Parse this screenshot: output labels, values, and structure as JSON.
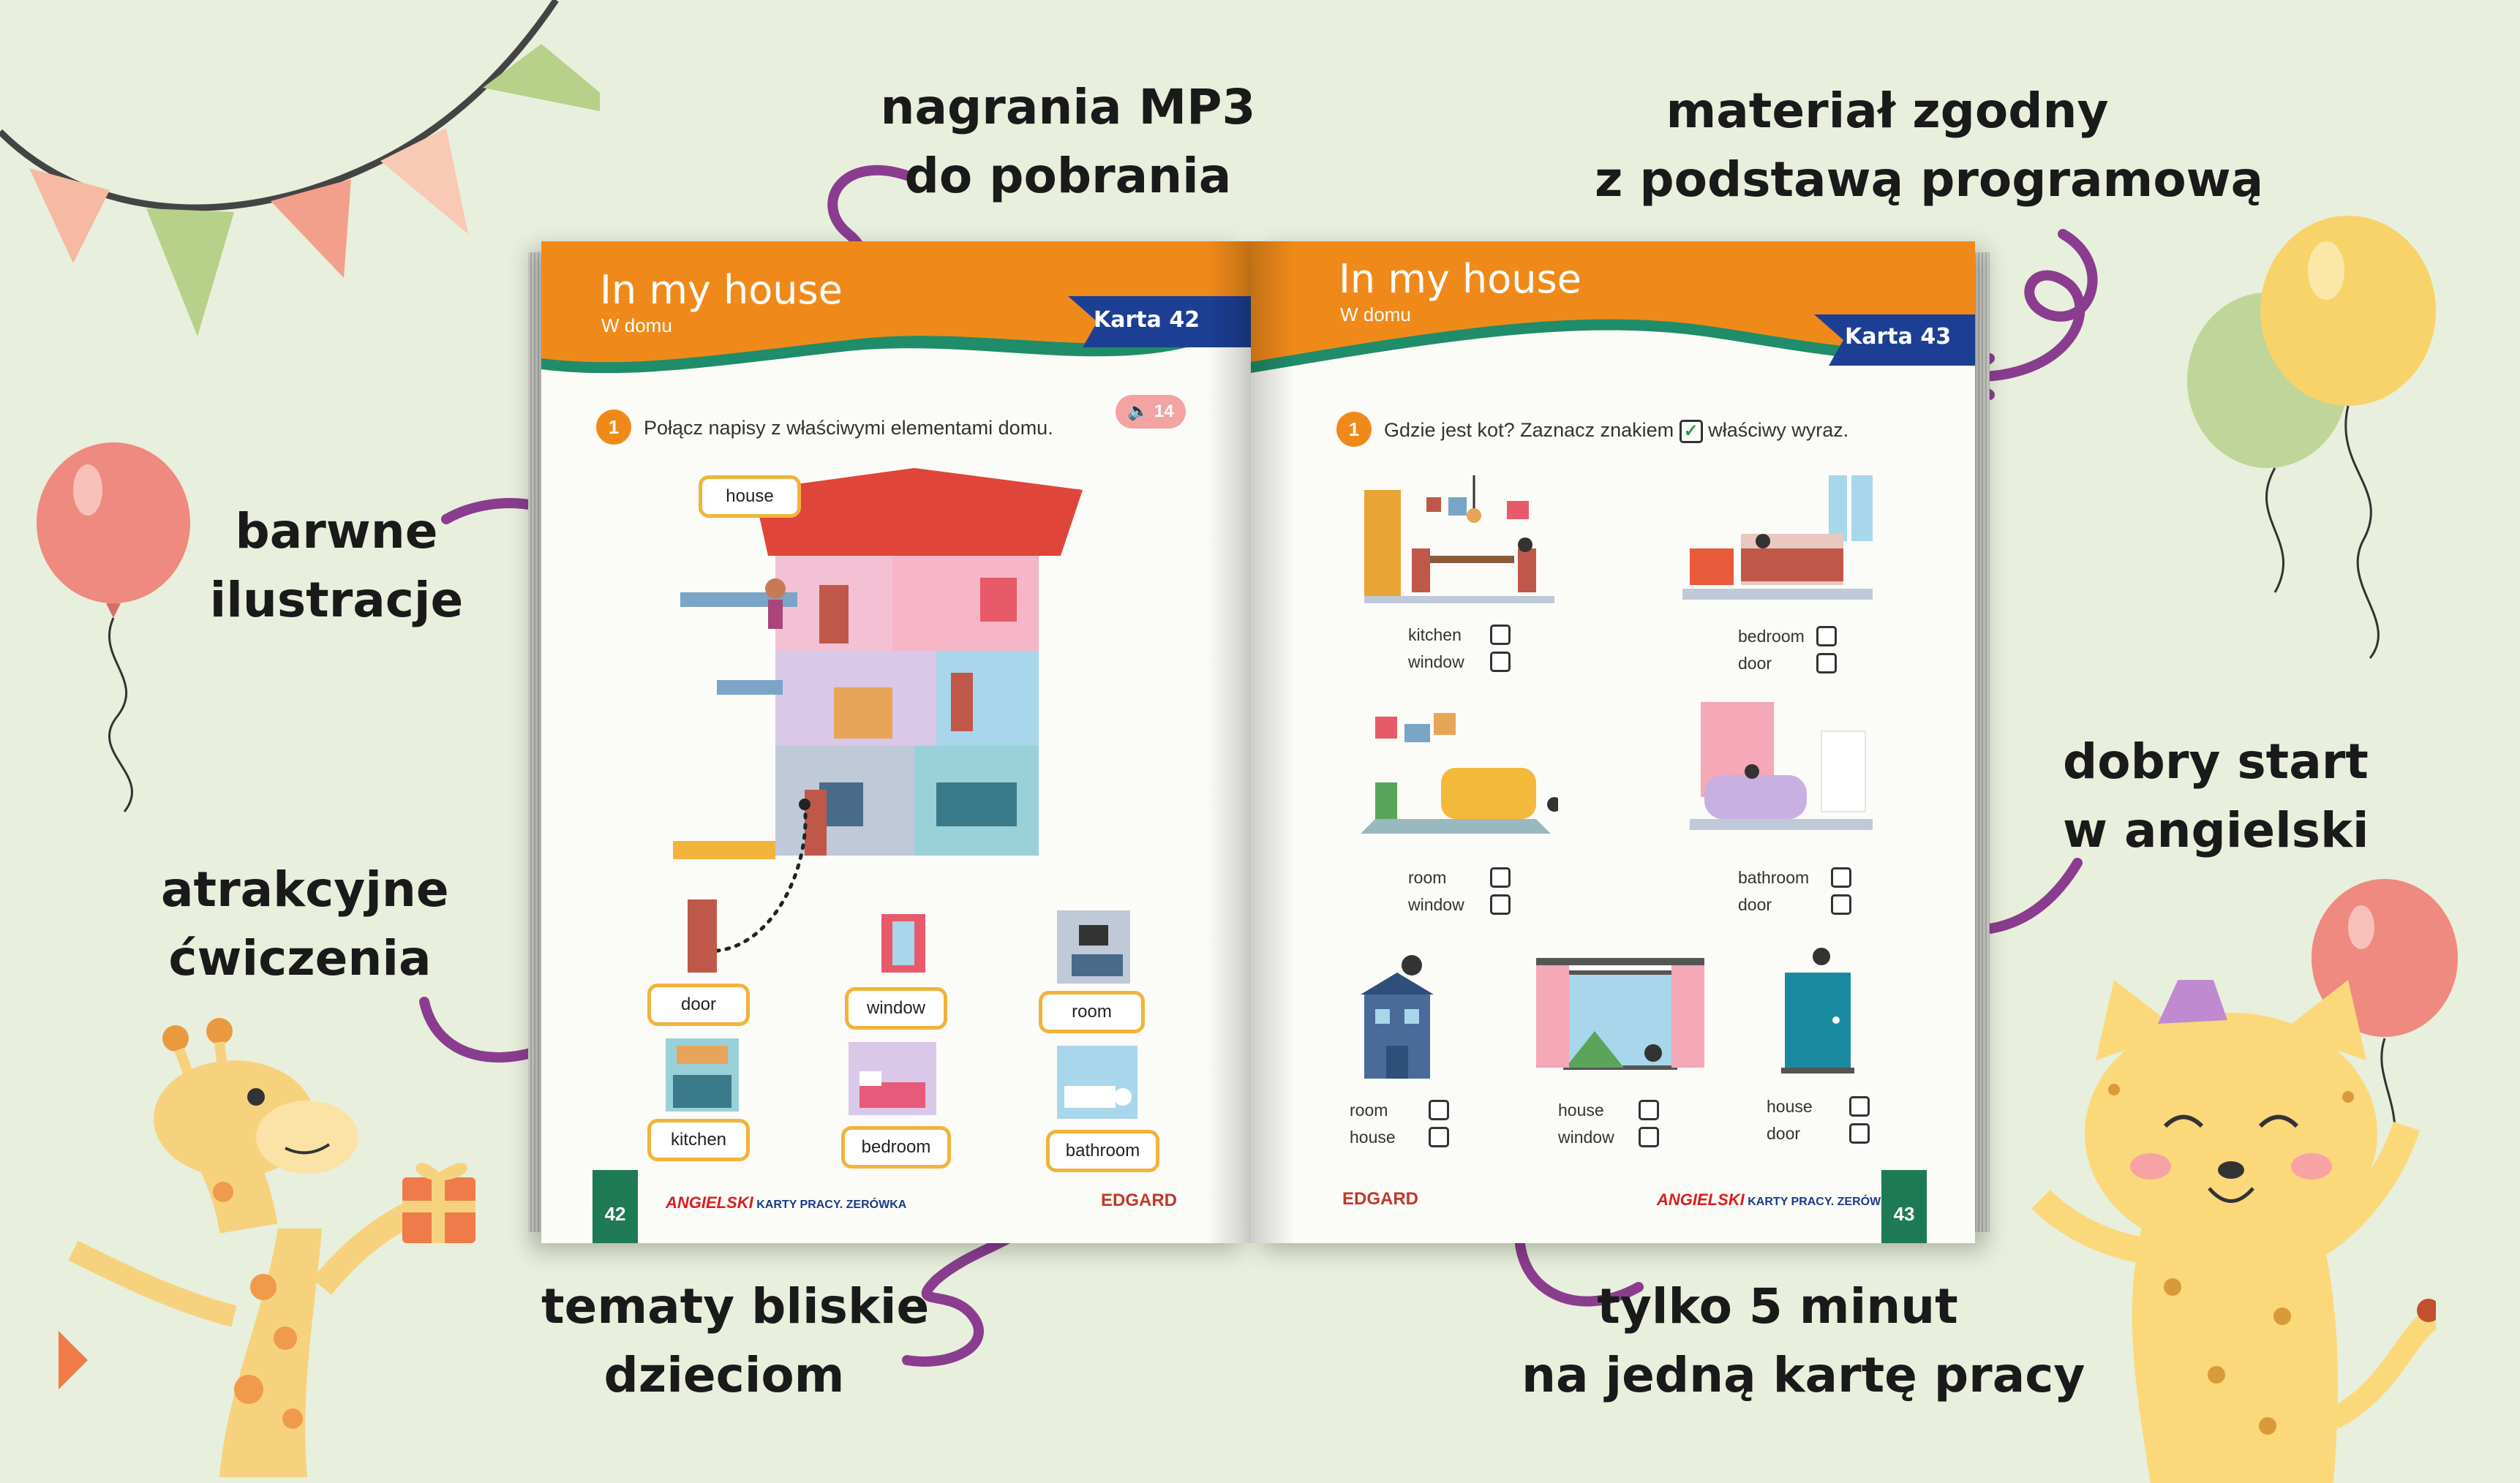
{
  "captions": {
    "mp3": [
      "nagrania MP3",
      "do pobrania"
    ],
    "curriculum": [
      "materiał zgodny",
      "z podstawą programową"
    ],
    "illustrations": [
      "barwne",
      "ilustracje"
    ],
    "exercises": [
      "atrakcyjne",
      "ćwiczenia"
    ],
    "topics": [
      "tematy bliskie",
      "dzieciom"
    ],
    "minutes": [
      "tylko 5 minut",
      "na jedną kartę pracy"
    ],
    "start": [
      "dobry start",
      "w angielski"
    ]
  },
  "left_page": {
    "title": "In my house",
    "subtitle": "W domu",
    "card": "Karta 42",
    "exercise_number": "1",
    "instruction": "Połącz napisy z właściwymi elementami domu.",
    "audio_track": "14",
    "labels": [
      "house",
      "door",
      "window",
      "room",
      "kitchen",
      "bedroom",
      "bathroom"
    ],
    "page_number": "42",
    "footer_brand": "ANGIELSKI",
    "footer_series": "KARTY PRACY. ZERÓWKA",
    "publisher": "EDGARD"
  },
  "right_page": {
    "title": "In my house",
    "subtitle": "W domu",
    "card": "Karta 43",
    "exercise_number": "1",
    "instruction_before": "Gdzie jest kot? Zaznacz znakiem",
    "instruction_after": "właściwy wyraz.",
    "options": [
      [
        "kitchen",
        "window"
      ],
      [
        "bedroom",
        "door"
      ],
      [
        "room",
        "window"
      ],
      [
        "bathroom",
        "door"
      ],
      [
        "room",
        "house"
      ],
      [
        "house",
        "window"
      ],
      [
        "house",
        "door"
      ]
    ],
    "page_number": "43",
    "footer_brand": "ANGIELSKI",
    "footer_series": "KARTY PRACY. ZERÓWKA",
    "publisher": "EDGARD"
  },
  "colors": {
    "background": "#e8efdc",
    "header_orange": "#ef8a1a",
    "header_teal": "#1f8c6a",
    "card_blue": "#1c3f94",
    "label_border": "#f2b33a",
    "arrow_purple": "#8a3d8f"
  }
}
